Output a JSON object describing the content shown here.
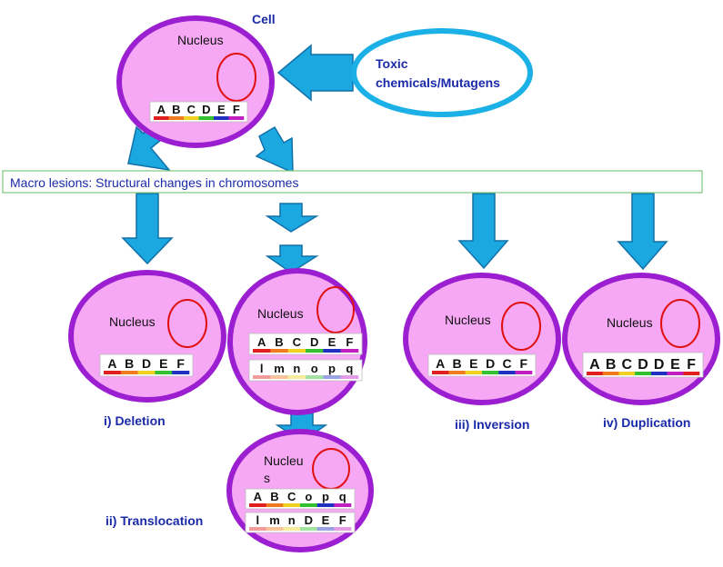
{
  "colors": {
    "cell_outline": "#9b1fd0",
    "cell_fill": "#f6a8f4",
    "arrow_fill": "#1ba8e0",
    "arrow_stroke": "#1170a8",
    "label_text": "#1a2aa8",
    "nucleus_ring": "#e01010",
    "banner_border": "#7cc97c",
    "mutagen_ring": "#1bb0e6",
    "chromosome_bands": [
      "#e02020",
      "#f07a20",
      "#f0d020",
      "#30c030",
      "#2030c0",
      "#c020c0"
    ]
  },
  "header": {
    "cell_label": "Cell"
  },
  "mutagen": {
    "line1": "Toxic",
    "line2": "chemicals/Mutagens"
  },
  "banner": {
    "text": "Macro lesions: Structural changes in chromosomes"
  },
  "nucleus_label": "Nucleus",
  "nucleus_split": {
    "line1": "Nucleu",
    "line2": "s"
  },
  "chromosomes": {
    "original": [
      "A",
      "B",
      "C",
      "D",
      "E",
      "F"
    ],
    "deletion": [
      "A",
      "B",
      "D",
      "E",
      "F"
    ],
    "translocation_before_top": [
      "A",
      "B",
      "C",
      "D",
      "E",
      "F"
    ],
    "translocation_before_bottom": [
      "l",
      "m",
      "n",
      "o",
      "p",
      "q"
    ],
    "translocation_after_top": [
      "A",
      "B",
      "C",
      "o",
      "p",
      "q"
    ],
    "translocation_after_bottom": [
      "l",
      "m",
      "n",
      "D",
      "E",
      "F"
    ],
    "inversion": [
      "A",
      "B",
      "E",
      "D",
      "C",
      "F"
    ],
    "duplication": [
      "A",
      "B",
      "C",
      "D",
      "D",
      "E",
      "F"
    ]
  },
  "labels": {
    "deletion": "i) Deletion",
    "translocation": "ii) Translocation",
    "inversion": "iii) Inversion",
    "duplication": "iv) Duplication"
  }
}
